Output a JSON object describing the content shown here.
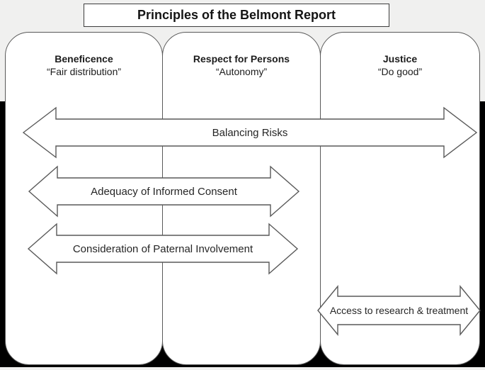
{
  "figure": {
    "title": "Principles of the Belmont Report"
  },
  "columns": [
    {
      "name": "Beneficence",
      "quote": "“Fair distribution”"
    },
    {
      "name": "Respect for Persons",
      "quote": "“Autonomy”"
    },
    {
      "name": "Justice",
      "quote": "“Do good”"
    }
  ],
  "arrows": [
    {
      "label": "Balancing Risks"
    },
    {
      "label": "Adequacy of Informed Consent"
    },
    {
      "label": "Consideration of Paternal Involvement"
    },
    {
      "label": "Access to research & treatment"
    }
  ],
  "colors": {
    "page_background": "#f0f0ef",
    "band_background": "#000000",
    "pillar_fill": "#ffffff",
    "pillar_border": "#595959",
    "arrow_fill": "#ffffff",
    "arrow_border": "#595959",
    "text": "#1c1c1c"
  }
}
